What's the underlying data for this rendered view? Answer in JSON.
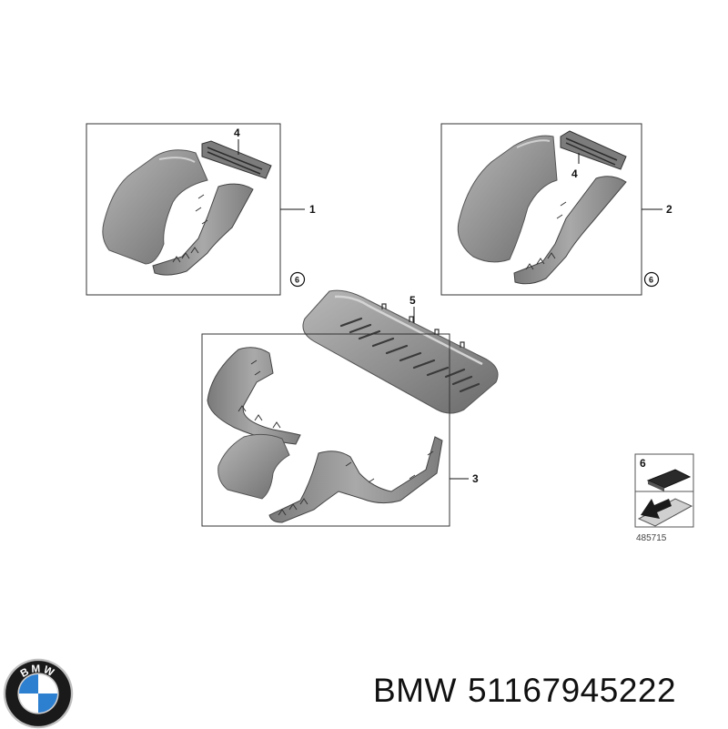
{
  "callouts": {
    "c1": "1",
    "c2": "2",
    "c3": "3",
    "c4a": "4",
    "c4b": "4",
    "c5": "5",
    "c6a": "6",
    "c6b": "6",
    "c6legend": "6"
  },
  "reference_number": "485715",
  "caption": {
    "brand": "BMW",
    "part_number": "51167945222"
  },
  "logo": {
    "letters": "BMW",
    "colors": {
      "ring": "#1a1a1a",
      "blue": "#2d7fd0",
      "white": "#ffffff",
      "chrome": "#bfbfbf"
    }
  },
  "colors": {
    "part_fill": "#8f8f8f",
    "part_dark": "#5a5a5a",
    "part_light": "#b4b4b4",
    "frame": "#333333"
  }
}
